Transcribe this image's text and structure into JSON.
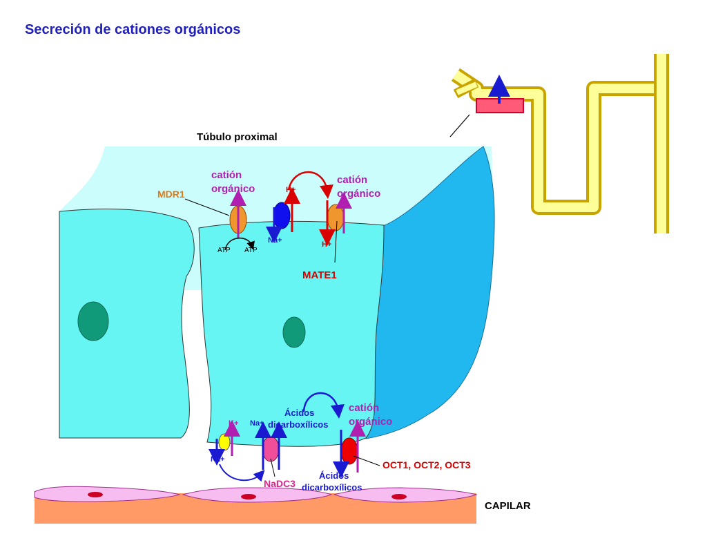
{
  "title": "Secreción de cationes orgánicos",
  "labels": {
    "tubulo": "Túbulo proximal",
    "capilar": "CAPILAR",
    "mdr1": "MDR1",
    "mate1": "MATE1",
    "cation_mdr_1": "catión",
    "cation_mdr_2": "orgánico",
    "cation_mate_1": "catión",
    "cation_mate_2": "orgánico",
    "cation_oct_1": "catión",
    "cation_oct_2": "orgánico",
    "h_top": "H+",
    "h_bottom": "H+",
    "na_apical": "Na+",
    "atp_left": "ATP",
    "atp_right": "ATP",
    "k_plus": "K+",
    "na_pump_out": "Na+",
    "na_nadc3": "Na+",
    "acidos_top_1": "Ácidos",
    "acidos_top_2": "dicarboxílicos",
    "acidos_bottom_1": "Ácidos",
    "acidos_bottom_2": "dicarboxílicos",
    "nadc3": "NaDC3",
    "oct": "OCT1, OCT2, OCT3"
  },
  "colors": {
    "lumen": "#ccfdfd",
    "cell": "#66f5f2",
    "cell_dark": "#21b8f0",
    "nucleus": "#119a7a",
    "capillary": "#ff9966",
    "rbc": "#f7bdf0",
    "nephron": "#ffff99",
    "nephron_outline": "#c9a400",
    "mdr1": "#f0962e",
    "antiporter_na_h": "#1010ee",
    "nadc3": "#f04e9a",
    "oct": "#ee0000",
    "k_pump": "#ffff00"
  }
}
